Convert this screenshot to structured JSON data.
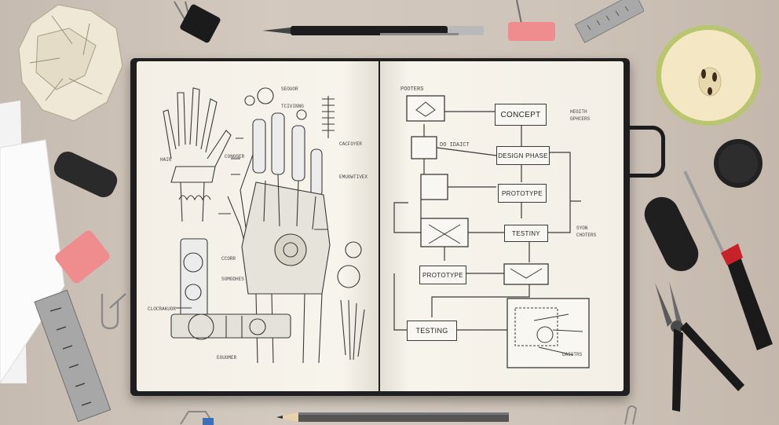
{
  "flowchart": {
    "heading": "POOTERS",
    "concept": "CONCEPT",
    "concept_note": "HEGITH GPHCERS",
    "small_note": "DO IDAICT",
    "design_phase": "DESIGN PHASE",
    "prototype_top": "PROTOTYPE",
    "testiny": "TESTINY",
    "side_note": "SYON CHOTERS",
    "prototype_mid": "PROTOTYPE",
    "testing": "TESTING",
    "inset_note": "DAIOTRS"
  },
  "sketch_notes": {
    "n1": "SEOUOR",
    "n2": "TCIVINNG",
    "n3": "CACFOYER",
    "n4": "EMUOWTIVEX",
    "n5": "HAIR",
    "n6": "CONOGER",
    "n7": "CCORR",
    "n8": "SOMODHES",
    "n9": "CLOCRAKUOR",
    "n10": "EOUOMER"
  },
  "colors": {
    "desk": "#cbbfb4",
    "notebook_cover": "#1f1f1f",
    "paper": "#f5f2ea",
    "eraser_pink": "#ee8c8e",
    "screwdriver_red": "#c62228"
  }
}
